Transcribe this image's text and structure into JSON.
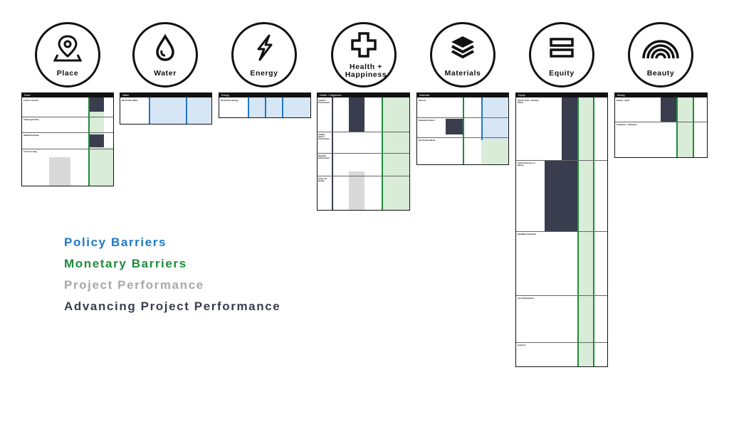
{
  "petals": [
    {
      "id": "place",
      "label": "Place",
      "icon": "map-pin-icon"
    },
    {
      "id": "water",
      "label": "Water",
      "icon": "water-drop-icon"
    },
    {
      "id": "energy",
      "label": "Energy",
      "icon": "lightning-bolt-icon"
    },
    {
      "id": "health",
      "label": "Health + Happiness",
      "icon": "plus-cross-icon"
    },
    {
      "id": "materials",
      "label": "Materials",
      "icon": "stacked-layers-icon"
    },
    {
      "id": "equity",
      "label": "Equity",
      "icon": "equal-bars-icon"
    },
    {
      "id": "beauty",
      "label": "Beauty",
      "icon": "rainbow-arc-icon"
    }
  ],
  "sheets": [
    {
      "title": "Place",
      "rows": [
        "Limits to Growth",
        "Urban Agriculture",
        "Habitat Exchange",
        "Car Free Living"
      ]
    },
    {
      "title": "Water",
      "rows": [
        "Net Positive Water"
      ]
    },
    {
      "title": "Energy",
      "rows": [
        "Net Positive Energy"
      ]
    },
    {
      "title": "Health + Happiness",
      "rows": [
        "Civilized Environment",
        "Healthy Interior Environment",
        "Biophilic Environment",
        "Indoor Air Quality"
      ]
    },
    {
      "title": "Materials",
      "rows": [
        "Red List",
        "Embodied Carbon",
        "Net Positive Waste"
      ]
    },
    {
      "title": "Equity",
      "rows": [
        "Human Scale + Humane Places",
        "Universal Access to Nature",
        "Equitable Investment",
        "Just Organizations",
        "Inclusion"
      ]
    },
    {
      "title": "Beauty",
      "rows": [
        "Beauty + Spirit",
        "Inspiration + Education"
      ]
    }
  ],
  "legend": [
    {
      "label": "Policy Barriers",
      "color": "#1f78c8"
    },
    {
      "label": "Monetary Barriers",
      "color": "#1e8a3c"
    },
    {
      "label": "Project Performance",
      "color": "#a8a8a8"
    },
    {
      "label": "Advancing Project Performance",
      "color": "#3a3d4e"
    }
  ],
  "colors": {
    "policy_fill": "#d6e6f5",
    "monetary_fill": "#d8ecd8",
    "performance_fill": "#d9d9d9",
    "advancing_fill": "#3a3d4e",
    "outline": "#111111"
  }
}
